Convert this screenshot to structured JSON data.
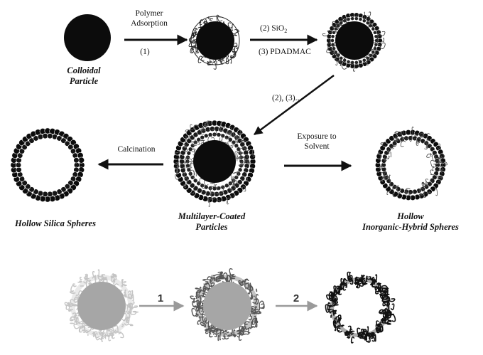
{
  "diagram": {
    "step_labels": {
      "polymer_adsorption": [
        "Polymer",
        "Adsorption"
      ],
      "step_1": "(1)",
      "sio2": "(2) SiO",
      "sio2_subscript": "2",
      "pdadmac": "(3) PDADMAC",
      "repeat": "(2), (3)...",
      "calcination": "Calcination",
      "exposure": [
        "Exposure to",
        "Solvent"
      ]
    },
    "captions": {
      "colloidal_particle": [
        "Colloidal",
        "Particle"
      ],
      "hollow_silica": "Hollow Silica Spheres",
      "multilayer": [
        "Multilayer-Coated",
        "Particles"
      ],
      "hollow_hybrid": [
        "Hollow",
        "Inorganic-Hybrid Spheres"
      ]
    },
    "bottom_steps": [
      "1",
      "2"
    ]
  },
  "colors": {
    "ink": "#111111",
    "core": "#0c0c0c",
    "gray_core": "#a6a6a6",
    "gray_arrow": "#9a9a9a"
  }
}
